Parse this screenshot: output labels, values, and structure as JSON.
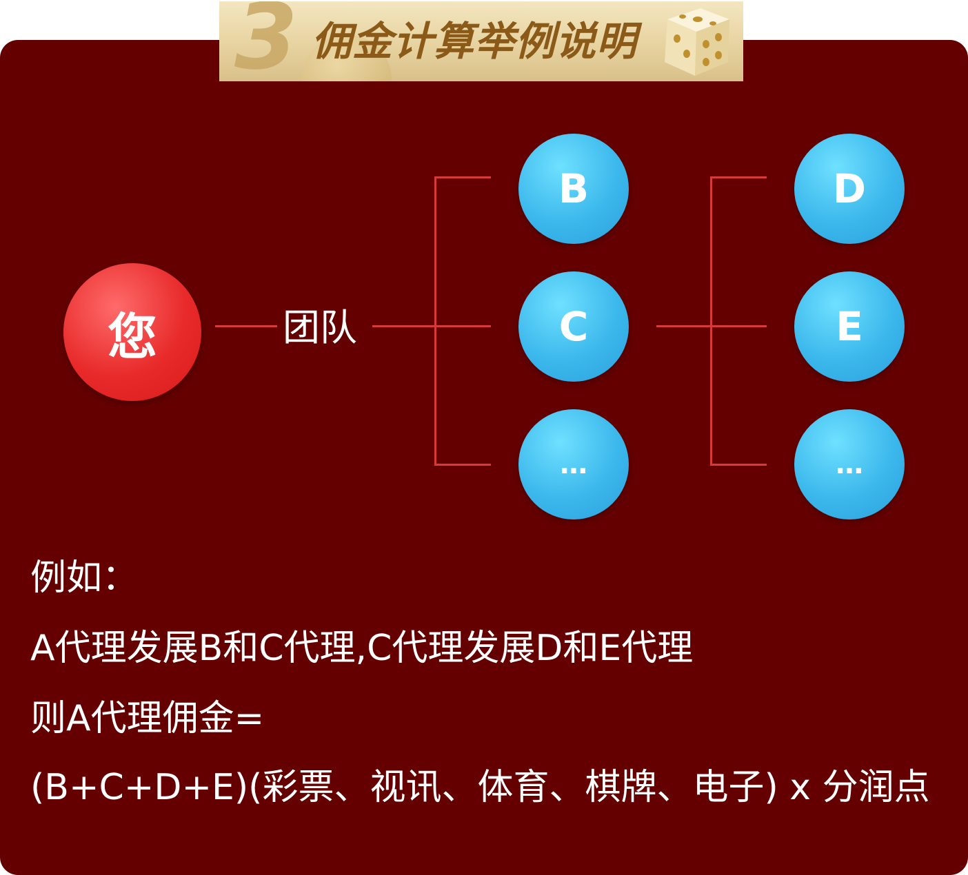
{
  "banner": {
    "number": "3",
    "title": "佣金计算举例说明"
  },
  "diagram": {
    "root_label": "您",
    "team_label": "团队",
    "level1": [
      "B",
      "C",
      "…"
    ],
    "level2": [
      "D",
      "E",
      "…"
    ]
  },
  "example": {
    "line1": "例如：",
    "line2": "A代理发展B和C代理,C代理发展D和E代理",
    "line3": "则A代理佣金=",
    "line4": "(B+C+D+E)(彩票、视讯、体育、棋牌、电子) x 分润点"
  },
  "colors": {
    "panel": "#640000",
    "line": "#d63a3a",
    "root_node": "#e82a2a",
    "child_node": "#3cb8ec",
    "banner_text": "#8b5a18"
  }
}
